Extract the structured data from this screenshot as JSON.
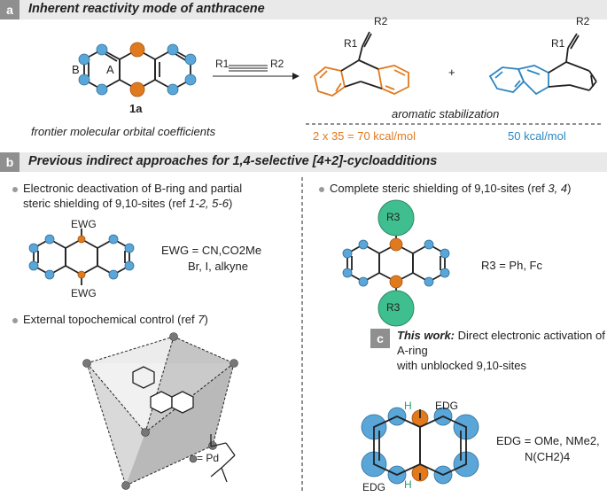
{
  "section_a": {
    "tag": "a",
    "title": "Inherent reactivity mode of anthracene",
    "compound_label": "1a",
    "ring_b": "B",
    "ring_a": "A",
    "fmo_caption": "frontier molecular orbital coefficients",
    "reagent_r1": "R1",
    "reagent_r2": "R2",
    "product1_r1": "R1",
    "product1_r2": "R2",
    "product2_r1": "R1",
    "product2_r2": "R2",
    "plus": "+",
    "stabilization_caption": "aromatic stabilization",
    "energy_orange": "2 x 35 = 70 kcal/mol",
    "energy_blue": "50 kcal/mol"
  },
  "section_b": {
    "tag": "b",
    "title": "Previous indirect approaches for 1,4-selective [4+2]-cycloadditions",
    "item1_line1": "Electronic deactivation of B-ring and partial",
    "item1_line2_pre": "steric shielding of 9,10-sites (ref ",
    "item1_refs": "1-2, 5-6",
    "item1_line2_post": ")",
    "ewg_top": "EWG",
    "ewg_bottom": "EWG",
    "ewg_def_line1": "EWG = CN,CO2Me",
    "ewg_def_line2": "Br, I, alkyne",
    "item2_pre": "Complete steric shielding of 9,10-sites (ref ",
    "item2_refs": "3, 4",
    "item2_post": ")",
    "r3_top": "R3",
    "r3_bottom": "R3",
    "r3_def": "R3 = Ph, Fc",
    "item3_pre": "External topochemical control (ref ",
    "item3_refs": "7",
    "item3_post": ")",
    "pd_label": "= Pd"
  },
  "section_c": {
    "tag": "c",
    "bold": "This work:",
    "line1_rest": " Direct electronic activation of A-ring",
    "line2": "with unblocked 9,10-sites",
    "h_top": "H",
    "h_bottom": "H",
    "edg_top": "EDG",
    "edg_bottom": "EDG",
    "edg_def_line1": "EDG = OMe, NMe2,",
    "edg_def_line2": "N(CH2)4"
  },
  "colors": {
    "orange": "#e07a1f",
    "blue": "#5aa6d8",
    "blue_text": "#2e86c1",
    "green": "#3fbf8f",
    "header_bg": "#e9e9e9",
    "tag_bg": "#8f8f8f"
  }
}
